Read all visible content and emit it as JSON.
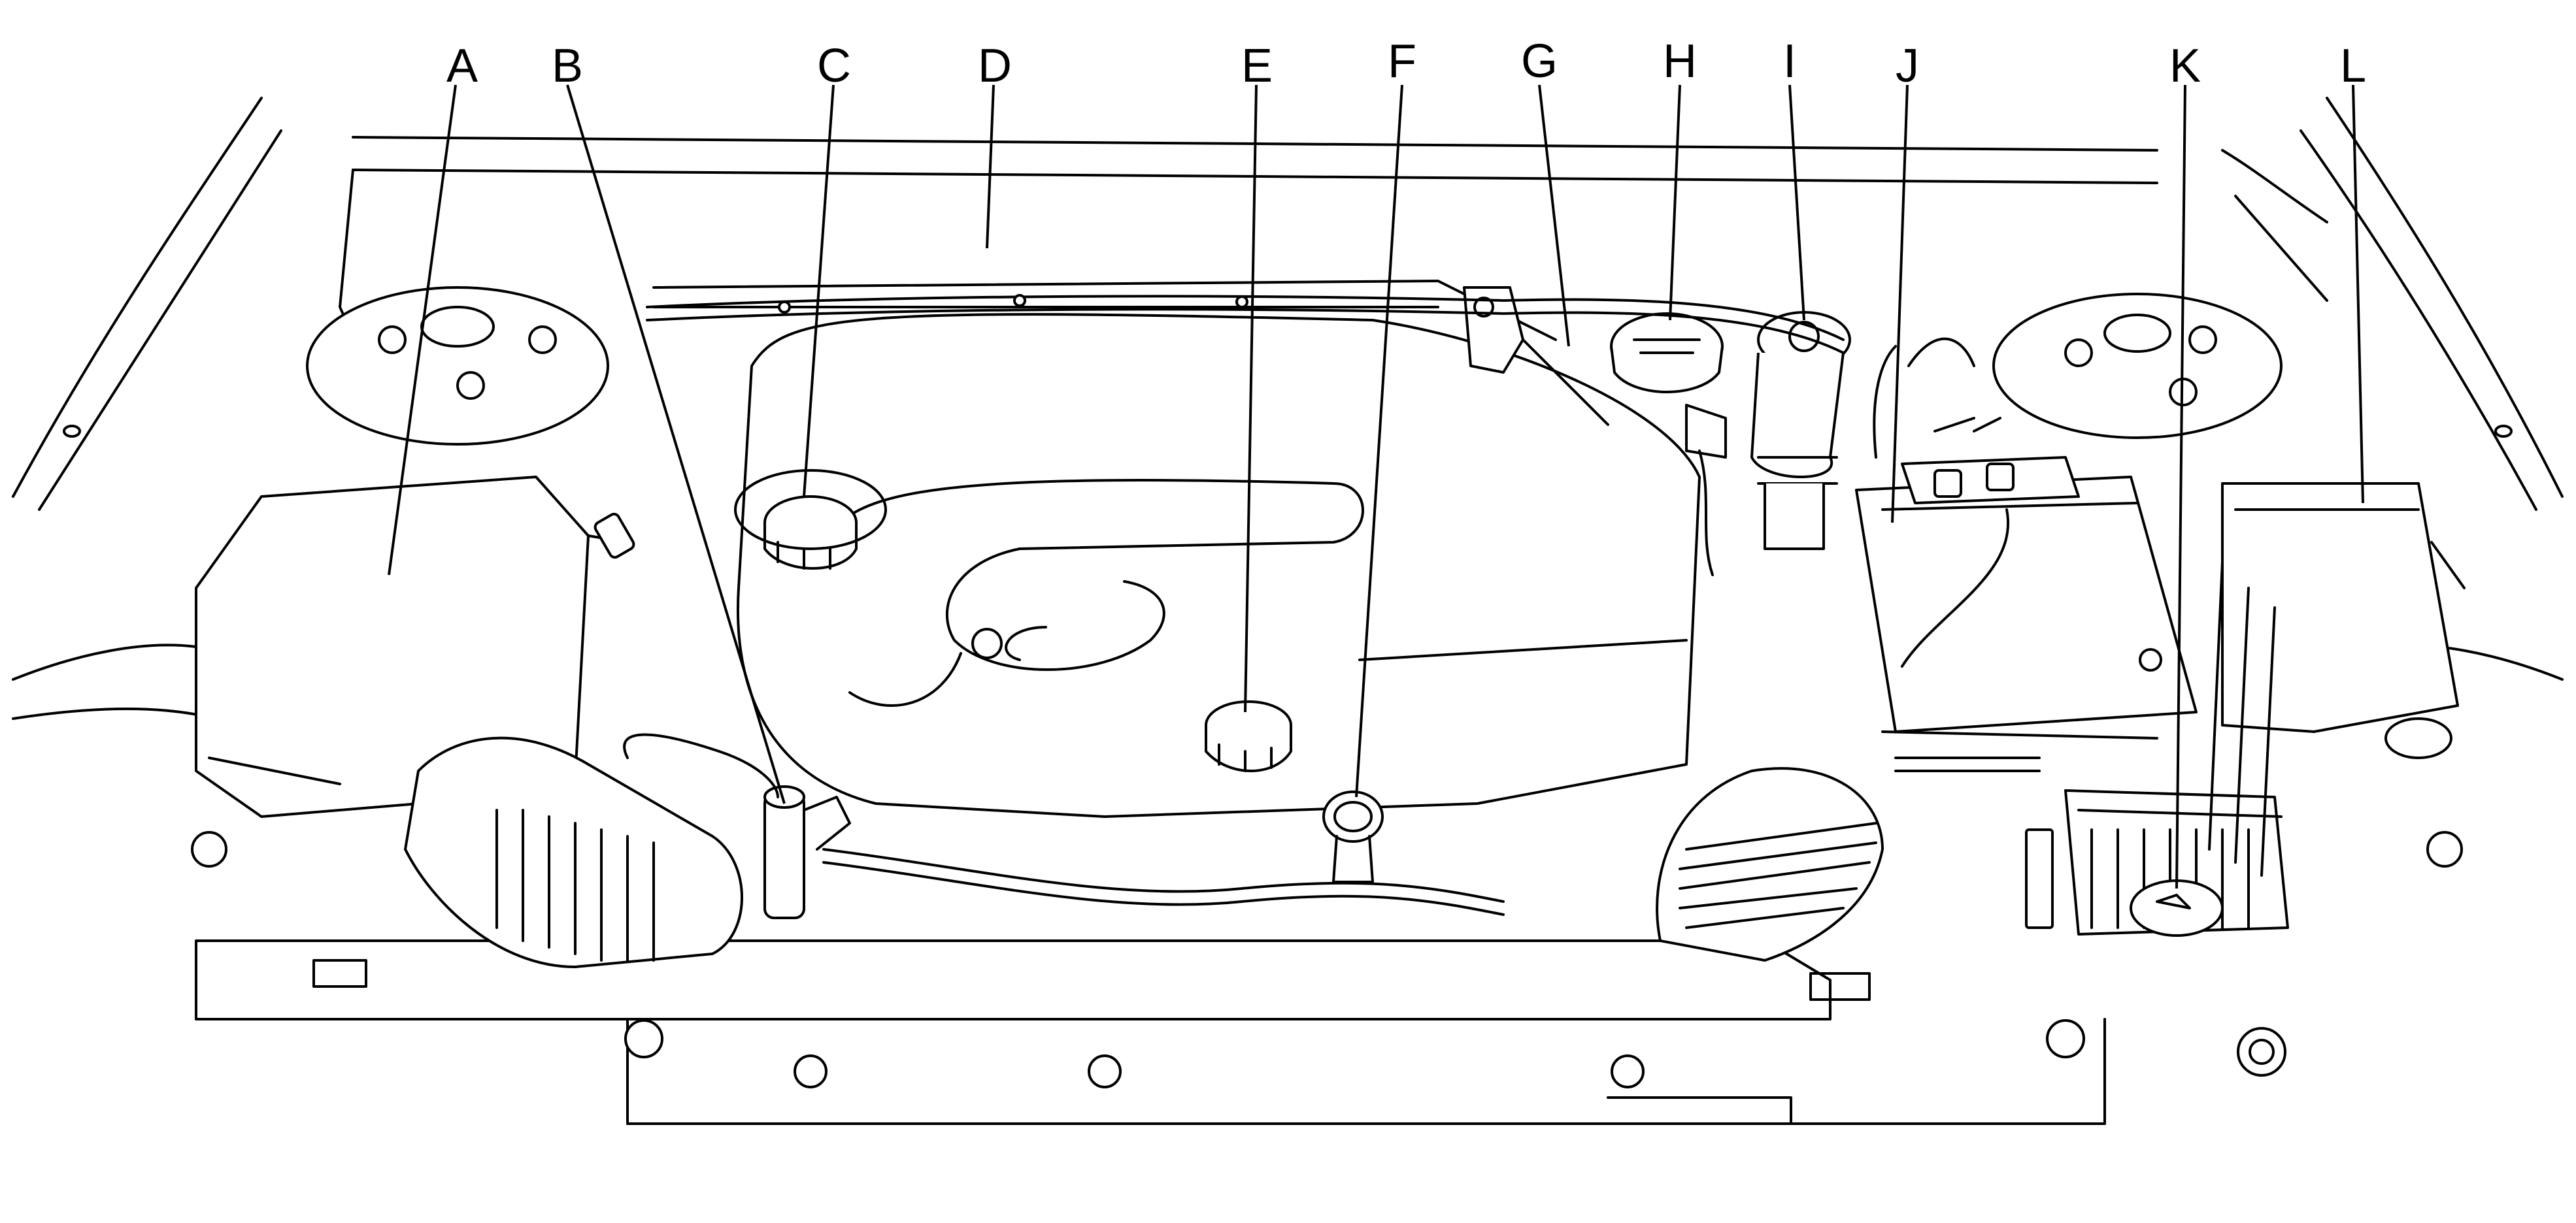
{
  "callouts": [
    {
      "id": "A",
      "label": "A"
    },
    {
      "id": "B",
      "label": "B"
    },
    {
      "id": "C",
      "label": "C"
    },
    {
      "id": "D",
      "label": "D"
    },
    {
      "id": "E",
      "label": "E"
    },
    {
      "id": "F",
      "label": "F"
    },
    {
      "id": "G",
      "label": "G"
    },
    {
      "id": "H",
      "label": "H"
    },
    {
      "id": "I",
      "label": "I"
    },
    {
      "id": "J",
      "label": "J"
    },
    {
      "id": "K",
      "label": "K"
    },
    {
      "id": "L",
      "label": "L"
    }
  ],
  "colors": {
    "line": "#000000",
    "background": "#ffffff"
  }
}
